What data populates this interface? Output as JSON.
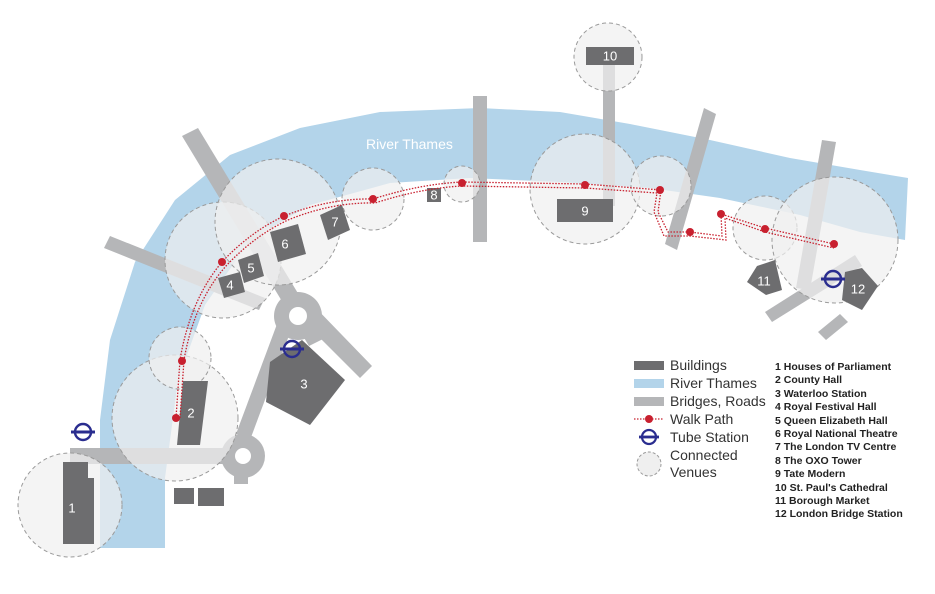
{
  "map": {
    "river_label": "River Thames",
    "colors": {
      "river": "#b3d4ea",
      "building": "#6d6d6f",
      "road": "#b5b6b8",
      "walk_path": "#c8202f",
      "tube": "#2a2d8f",
      "venue_fill": "#efefef",
      "venue_stroke": "#9a9a9a"
    },
    "buildings": [
      {
        "id": "1",
        "label": "1"
      },
      {
        "id": "2",
        "label": "2"
      },
      {
        "id": "3",
        "label": "3"
      },
      {
        "id": "4",
        "label": "4"
      },
      {
        "id": "5",
        "label": "5"
      },
      {
        "id": "6",
        "label": "6"
      },
      {
        "id": "7",
        "label": "7"
      },
      {
        "id": "8",
        "label": "8"
      },
      {
        "id": "9",
        "label": "9"
      },
      {
        "id": "10",
        "label": "10"
      },
      {
        "id": "11",
        "label": "11"
      },
      {
        "id": "12",
        "label": "12"
      }
    ],
    "tube_icon": "tube-roundel-icon"
  },
  "legend": {
    "buildings": "Buildings",
    "river": "River Thames",
    "roads": "Bridges, Roads",
    "walk_path": "Walk Path",
    "tube": "Tube Station",
    "venues_line1": "Connected",
    "venues_line2": "Venues"
  },
  "venues": [
    "1 Houses of Parliament",
    "2 County Hall",
    "3 Waterloo Station",
    "4 Royal Festival Hall",
    "5 Queen Elizabeth Hall",
    "6 Royal National Theatre",
    "7 The London TV Centre",
    "8 The OXO Tower",
    "9 Tate Modern",
    "10 St. Paul's Cathedral",
    "11 Borough Market",
    "12 London Bridge Station"
  ]
}
